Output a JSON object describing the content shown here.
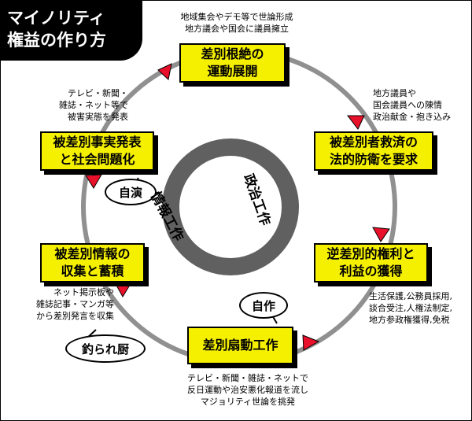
{
  "title": {
    "line1": "マイノリティ",
    "line2": "権益の作り方"
  },
  "nodes": {
    "top": {
      "line1": "差別根絶の",
      "line2": "運動展開"
    },
    "right_upper": {
      "line1": "被差別者救済の",
      "line2": "法的防衛を要求"
    },
    "right_lower": {
      "line1": "逆差別的権利と",
      "line2": "利益の獲得"
    },
    "bottom": {
      "line1": "差別扇動工作"
    },
    "left_lower": {
      "line1": "被差別情報の",
      "line2": "収集と蓄積"
    },
    "left_upper": {
      "line1": "被差別事実発表",
      "line2": "と社会問題化"
    }
  },
  "notes": {
    "top": {
      "line1": "地域集会やデモ等で世論形成",
      "line2": "地方議会や国会に議員擁立"
    },
    "right_upper": {
      "line1": "地方議員や",
      "line2": "国会議員への陳情",
      "line3": "政治献金・抱き込み"
    },
    "right_lower": {
      "line1": "生活保護,公務員採用,",
      "line2": "談合受注,人権法制定,",
      "line3": "地方参政権獲得,免税"
    },
    "bottom": {
      "line1": "テレビ・新聞・雑誌・ネットで",
      "line2": "反日運動や治安悪化報道を流し",
      "line3": "マジョリティ世論を挑発"
    },
    "left_lower": {
      "line1": "ネット掲示板や",
      "line2": "雑誌記事・マンガ等",
      "line3": "から差別発言を収集"
    },
    "left_upper": {
      "line1": "テレビ・新聞・",
      "line2": "雑誌・ネット等で",
      "line3": "被害実態を発表"
    }
  },
  "bubbles": {
    "jien": "自演",
    "jisaku": "自作",
    "tsurare": "釣られ厨"
  },
  "ring": {
    "political": "政治工作",
    "information": "情報工作"
  },
  "colors": {
    "node_fill": "#f5f000",
    "arrow_red": "#e8102a",
    "cycle_gray": "#909090",
    "inner_ring": "#606060"
  }
}
